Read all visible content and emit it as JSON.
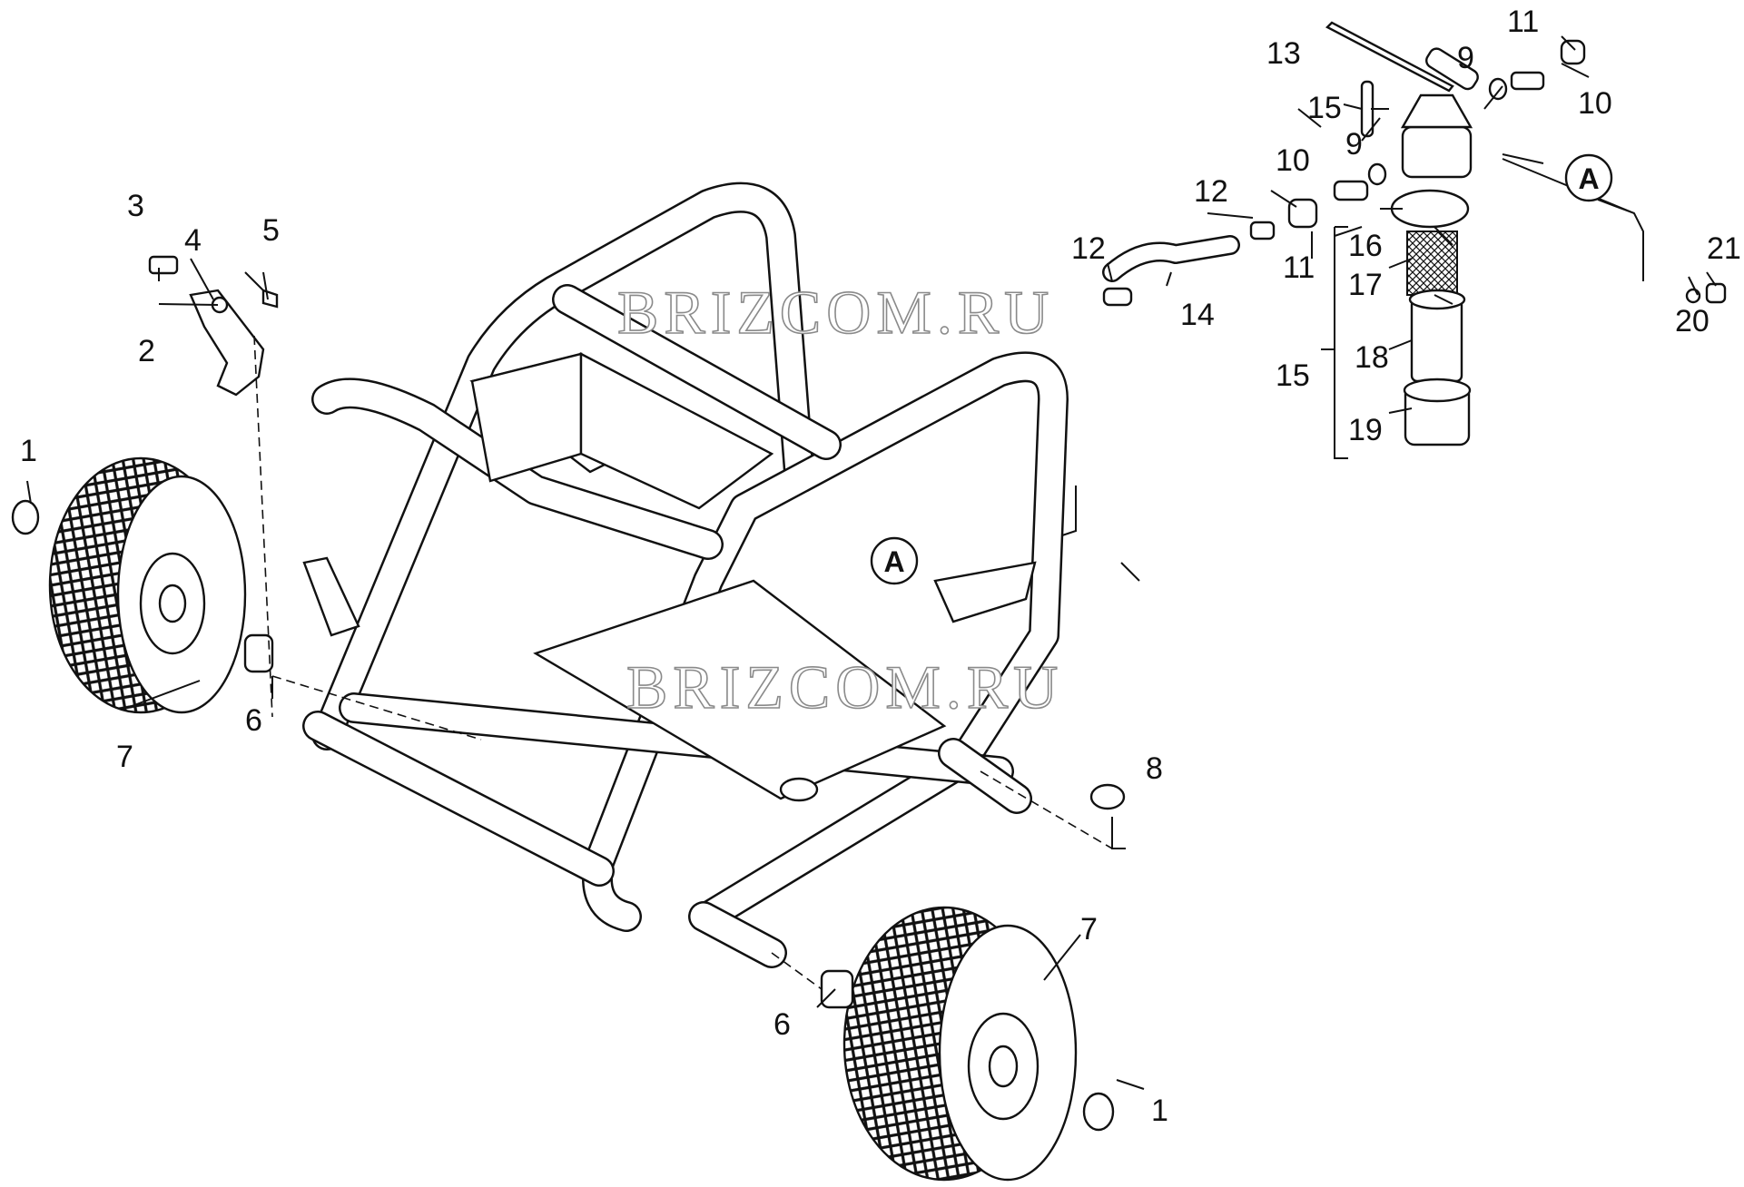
{
  "watermarks": [
    "BRIZCOM.RU",
    "BRIZCOM.RU"
  ],
  "callouts": [
    "A",
    "A"
  ],
  "part_labels": [
    "1",
    "1",
    "2",
    "3",
    "4",
    "5",
    "6",
    "6",
    "7",
    "7",
    "8",
    "9",
    "9",
    "10",
    "10",
    "11",
    "11",
    "12",
    "12",
    "13",
    "14",
    "15",
    "15",
    "16",
    "17",
    "18",
    "19",
    "20",
    "21"
  ]
}
